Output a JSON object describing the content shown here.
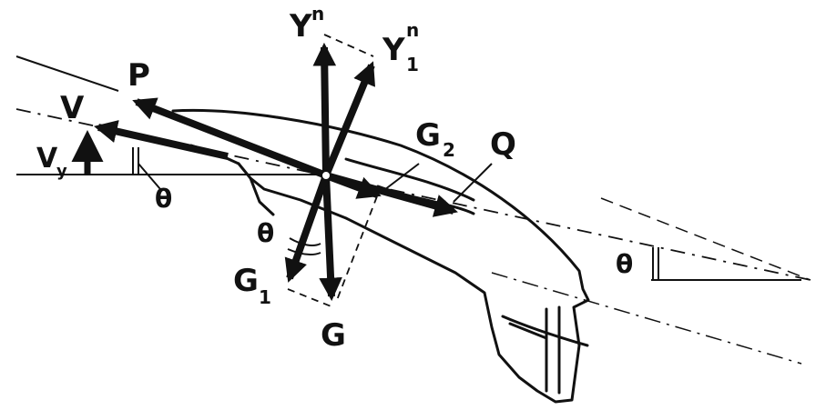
{
  "labels": {
    "Y": "Y",
    "Y_sup": "n",
    "Y1": "Y",
    "Y1_sub": "1",
    "Y1_sup": "n",
    "P": "P",
    "V": "V",
    "Vy": "V",
    "Vy_sub": "y",
    "theta_left": "θ",
    "G2": "G",
    "G2_sub": "2",
    "Q": "Q",
    "theta_mid": "θ",
    "theta_right": "θ",
    "G1": "G",
    "G1_sub": "1",
    "G": "G"
  },
  "colors": {
    "ink": "#111111",
    "background": "#ffffff"
  }
}
